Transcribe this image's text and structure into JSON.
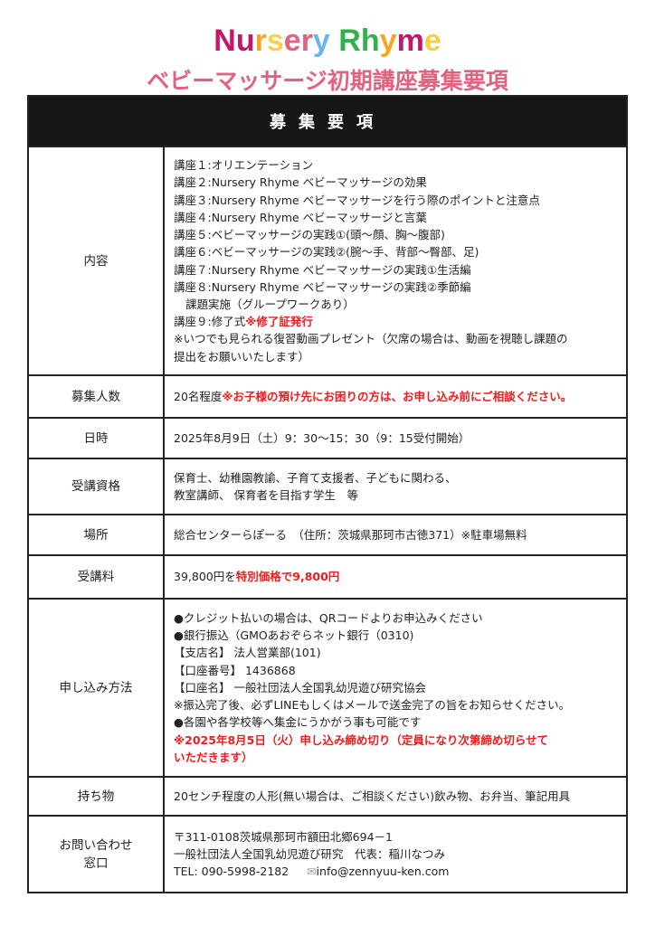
{
  "header": {
    "logo_letters": [
      "N",
      "u",
      "r",
      "s",
      "e",
      "r",
      "y",
      " ",
      "R",
      "h",
      "y",
      "m",
      "e"
    ],
    "logo_colors": [
      "#c2186b",
      "#c2186b",
      "#f5a623",
      "#f7d14a",
      "#e2637f",
      "#e2637f",
      "#6cb4f0",
      "#ffffff",
      "#2eb24a",
      "#2eb24a",
      "#f5a623",
      "#c2186b",
      "#f0d24a"
    ],
    "logo_text": "Nursery Rhyme",
    "subtitle": "ベビーマッサージ初期講座募集要項"
  },
  "table": {
    "title": "募集要項",
    "content": {
      "label": "内容",
      "lines": [
        "講座１:オリエンテーション",
        "講座２:Nursery Rhyme ベビーマッサージの効果",
        "講座３:Nursery Rhyme ベビーマッサージを行う際のポイントと注意点",
        "講座４:Nursery Rhyme ベビーマッサージと言葉",
        "講座５:ベビーマッサージの実践①(頭〜顔、胸〜腹部)",
        "講座６:ベビーマッサージの実践②(腕〜手、背部〜臀部、足)",
        "講座７:Nursery Rhyme ベビーマッサージの実践①生活編",
        "講座８:Nursery Rhyme ベビーマッサージの実践②季節編",
        "課題実施（グループワークあり）"
      ],
      "line9": "講座９:修了式",
      "line9_red": "※修了証発行",
      "note1": "※いつでも見られる復習動画プレゼント（欠席の場合は、動画を視聴し課題の",
      "note2": "提出をお願いいたします）"
    },
    "capacity": {
      "label": "募集人数",
      "value": "20名程度",
      "red": "※お子様の預け先にお困りの方は、お申し込み前にご相談ください。"
    },
    "datetime": {
      "label": "日時",
      "value": "2025年8月9日（土）9：30〜15：30（9：15受付開始）"
    },
    "eligibility": {
      "label": "受講資格",
      "line1": "保育士、幼稚園教諭、子育て支援者、子どもに関わる、",
      "line2": "教室講師、 保育者を目指す学生　等"
    },
    "place": {
      "label": "場所",
      "value": "総合センターらぽーる　（住所：茨城県那珂市古徳371）※駐車場無料"
    },
    "fee": {
      "label": "受講料",
      "value": "39,800円を",
      "red": "特別価格で9,800円"
    },
    "apply": {
      "label": "申し込み方法",
      "lines": [
        "●クレジット払いの場合は、QRコードよりお申込みください",
        "●銀行振込（GMOあおぞらネット銀行（0310)",
        "【支店名】 法人営業部(101)",
        "【口座番号】 1436868",
        "【口座名】 一般社団法人全国乳幼児遊び研究協会",
        "※振込完了後、必ずLINEもしくはメールで送金完了の旨をお知らせください。",
        "●各園や各学校等へ集金にうかがう事も可能です"
      ],
      "red1": "※2025年8月5日（火）申し込み締め切り（定員になり次第締め切らせて",
      "red2": "いただきます）"
    },
    "items": {
      "label": "持ち物",
      "value": "20センチ程度の人形(無い場合は、ご相談ください)飲み物、お弁当、筆記用具"
    },
    "contact": {
      "label1": "お問い合わせ",
      "label2": "窓口",
      "address": "〒311-0108茨城県那珂市額田北郷694－1",
      "org": "一般社団法人全国乳幼児遊び研究　代表：稲川なつみ",
      "tel": "TEL: 090-5998-2182",
      "email": "info@zennyuu-ken.com"
    }
  }
}
